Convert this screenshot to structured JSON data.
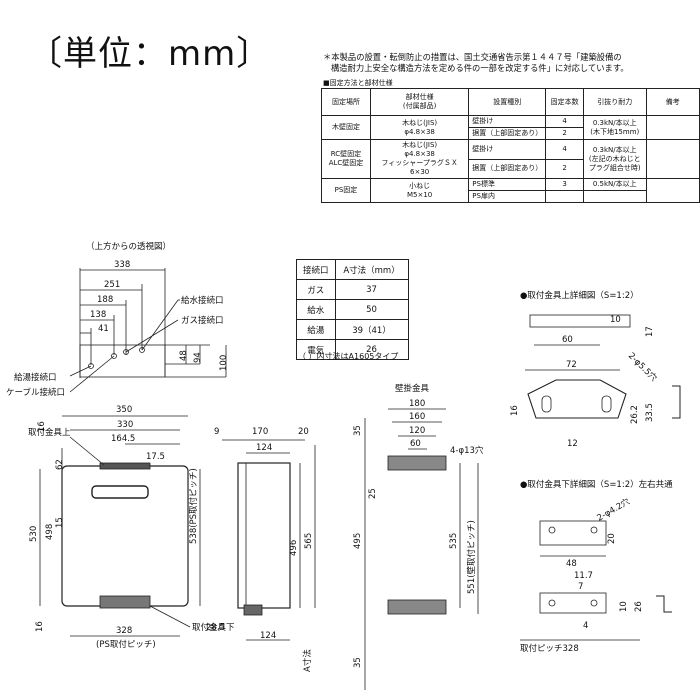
{
  "unit_title": "〔単位：mm〕",
  "notice": {
    "line1": "＊本製品の設置・転倒防止の措置は、国土交通省告示第１４４７号「建築設備の",
    "line2": "構造耐力上安全な構造方法を定める件の一部を改定する件」に対応しています。"
  },
  "fix_table": {
    "caption": "■固定方法と部材仕様",
    "headers": [
      "固定場所",
      "部材仕様\n(付属部品)",
      "設置種別",
      "固定本数",
      "引抜り耐力",
      "備考"
    ],
    "rows": [
      {
        "place": "木壁固定",
        "parts": "木ねじ(JIS)\nφ4.8×38",
        "types": [
          "壁掛け",
          "据置（上部固定あり）"
        ],
        "counts": [
          "4",
          "2"
        ],
        "strength": "0.3kN/本以上\n(木下地15mm)"
      },
      {
        "place": "RC壁固定\nALC壁固定",
        "parts": "木ねじ(JIS)\nφ4.8×38\nフィッシャープラグＳＸ\n6×30",
        "types": [
          "壁掛け",
          "据置（上部固定あり）"
        ],
        "counts": [
          "4",
          "2"
        ],
        "strength": "0.3kN/本以上\n(左記の木ねじと\nプラグ組合せ時)"
      },
      {
        "place": "PS固定",
        "parts": "小ねじ\nM5×10",
        "types": [
          "PS標準",
          "PS扉内"
        ],
        "counts": [
          "3",
          ""
        ],
        "strength": "0.5kN/本以上"
      }
    ]
  },
  "a_table": {
    "headers": [
      "接続口",
      "A寸法（mm）"
    ],
    "rows": [
      [
        "ガス",
        "37"
      ],
      [
        "給水",
        "50"
      ],
      [
        "給湯",
        "39（41）"
      ],
      [
        "電気",
        "26"
      ]
    ],
    "note": "（  ）内寸法はA1605タイプ"
  },
  "top_view": {
    "title": "（上方からの透視図）",
    "dims": [
      "338",
      "251",
      "188",
      "138",
      "41",
      "48",
      "94",
      "100"
    ],
    "labels": [
      "給水接続口",
      "ガス接続口",
      "給湯接続口",
      "ケーブル接続口"
    ]
  },
  "front_view": {
    "dims": [
      "350",
      "330",
      "164.5",
      "17.5",
      "16",
      "62",
      "15",
      "530",
      "498",
      "538(PS取付ピッチ)",
      "16",
      "328",
      "(PS取付ピッチ)"
    ],
    "labels": [
      "取付金具上",
      "取付金具下"
    ]
  },
  "side_view": {
    "dims": [
      "9",
      "170",
      "20",
      "124",
      "496",
      "565",
      "28.5",
      "124",
      "A寸法"
    ]
  },
  "bracket_view": {
    "title": "壁掛金具",
    "dims": [
      "180",
      "160",
      "120",
      "60",
      "4-φ13穴",
      "35",
      "25",
      "495",
      "535",
      "551(壁取付ピッチ)",
      "35"
    ]
  },
  "upper_detail": {
    "title": "●取付金具上詳細図（S=1:2）",
    "dims": [
      "10",
      "17",
      "60",
      "2-φ5.5穴",
      "72",
      "16",
      "26.2",
      "33.5",
      "12"
    ]
  },
  "lower_detail": {
    "title": "●取付金具下詳細図（S=1:2）左右共通",
    "dims": [
      "2-φ4.2穴",
      "20",
      "48",
      "11.7",
      "7",
      "10",
      "26",
      "4",
      "取付ピッチ328"
    ]
  }
}
